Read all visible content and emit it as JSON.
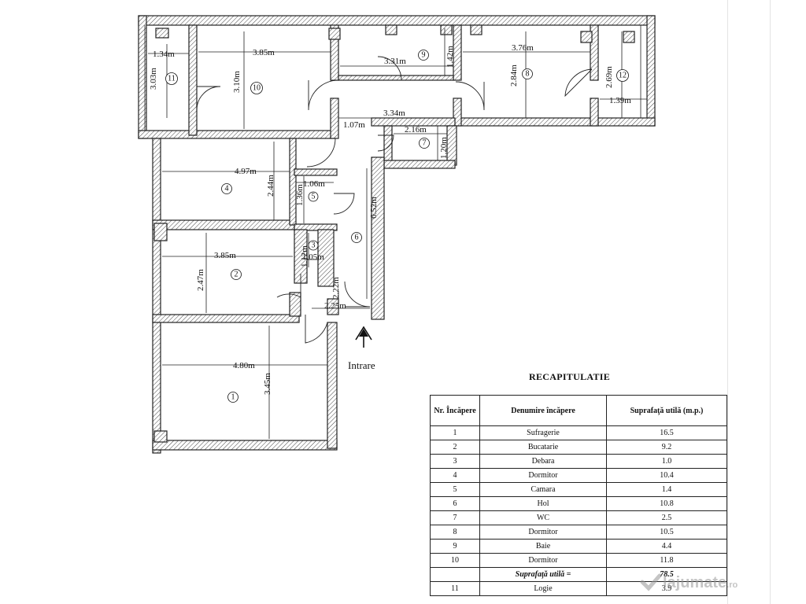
{
  "plan": {
    "rooms": [
      {
        "id": "1",
        "name": "Sufragerie",
        "dims": [
          "4.80m",
          "3.45m"
        ]
      },
      {
        "id": "2",
        "name": "Bucatarie",
        "dims": [
          "3.85m",
          "2.47m"
        ]
      },
      {
        "id": "3",
        "name": "Debara",
        "dims": [
          "1.05m",
          "1.12m"
        ]
      },
      {
        "id": "4",
        "name": "Dormitor",
        "dims": [
          "4.97m",
          "2.44m"
        ]
      },
      {
        "id": "5",
        "name": "Camara",
        "dims": [
          "1.06m",
          "1.36m"
        ]
      },
      {
        "id": "6",
        "name": "Hol",
        "dims": [
          "6.52m",
          "1.07m",
          "3.34m",
          "2.22m",
          "2.25m"
        ]
      },
      {
        "id": "7",
        "name": "WC",
        "dims": [
          "2.16m",
          "1.20m"
        ]
      },
      {
        "id": "8",
        "name": "Dormitor",
        "dims": [
          "3.76m",
          "2.84m"
        ]
      },
      {
        "id": "9",
        "name": "Baie",
        "dims": [
          "3.31m",
          "1.42m"
        ]
      },
      {
        "id": "10",
        "name": "Dormitor",
        "dims": [
          "3.85m",
          "3.10m"
        ]
      },
      {
        "id": "11",
        "name": "Logie",
        "dims": [
          "1.34m",
          "3.03m"
        ]
      },
      {
        "id": "12",
        "name": "",
        "dims": [
          "2.69m",
          "1.39m"
        ]
      }
    ],
    "entrance_label": "Intrare"
  },
  "recap": {
    "title": "RECAPITULATIE",
    "headers": [
      "Nr. Încăpere",
      "Denumire încăpere",
      "Suprafaţă utilă (m.p.)"
    ],
    "rows": [
      [
        "1",
        "Sufragerie",
        "16.5"
      ],
      [
        "2",
        "Bucatarie",
        "9.2"
      ],
      [
        "3",
        "Debara",
        "1.0"
      ],
      [
        "4",
        "Dormitor",
        "10.4"
      ],
      [
        "5",
        "Camara",
        "1.4"
      ],
      [
        "6",
        "Hol",
        "10.8"
      ],
      [
        "7",
        "WC",
        "2.5"
      ],
      [
        "8",
        "Dormitor",
        "10.5"
      ],
      [
        "9",
        "Baie",
        "4.4"
      ],
      [
        "10",
        "Dormitor",
        "11.8"
      ]
    ],
    "total_label": "Suprafaţă utilă =",
    "total_value": "78.5",
    "extra_row": [
      "11",
      "Logie",
      "3.9"
    ]
  },
  "watermark": {
    "text": "lajumate",
    "tld": ".ro"
  }
}
